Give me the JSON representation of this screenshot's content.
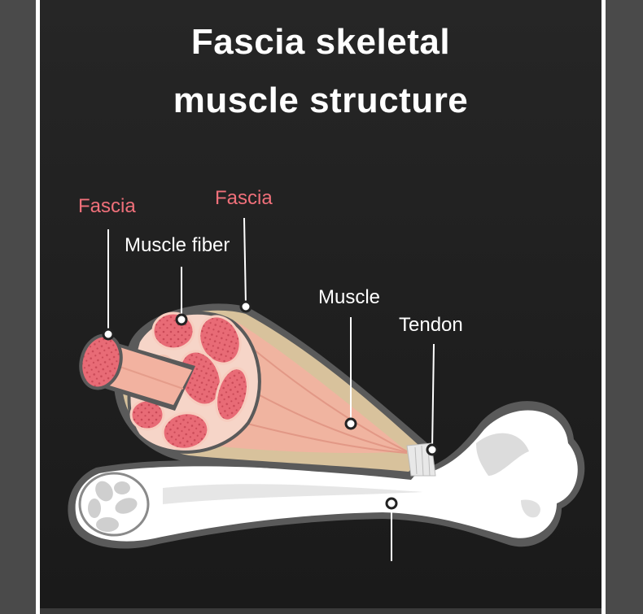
{
  "title": {
    "line1": "Fascia skeletal",
    "line2": "muscle structure"
  },
  "labels": {
    "fascia_left": "Fascia",
    "fascia_top": "Fascia",
    "muscle_fiber": "Muscle fiber",
    "muscle": "Muscle",
    "tendon": "Tendon"
  },
  "colors": {
    "background": "#222222",
    "fascia_label": "#f0707a",
    "muscle": "#f0b4a0",
    "fiber": "#e56f78",
    "fascia_sheath": "#d8c29c",
    "bone": "#ffffff"
  }
}
